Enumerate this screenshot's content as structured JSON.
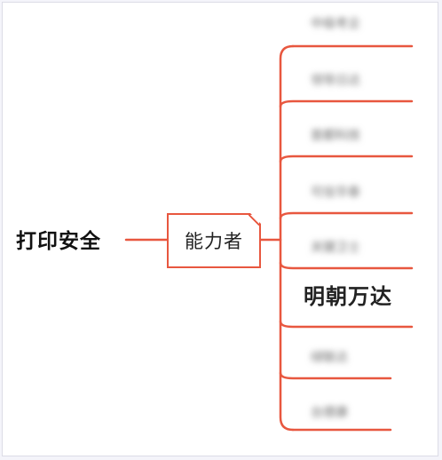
{
  "mindmap": {
    "root": "打印安全",
    "middle": "能力者",
    "leaves": [
      {
        "label": "中级考企",
        "blurred": true
      },
      {
        "label": "领导日达",
        "blurred": true
      },
      {
        "label": "首都科技",
        "blurred": true
      },
      {
        "label": "可信华泰",
        "blurred": true
      },
      {
        "label": "关键卫士",
        "blurred": true
      },
      {
        "label": "明朝万达",
        "blurred": false
      },
      {
        "label": "绿联达",
        "blurred": true
      },
      {
        "label": "台德康",
        "blurred": true
      }
    ]
  },
  "colors": {
    "connector": "#e8573f",
    "background": "#f4f4fa",
    "text_dark": "#111111"
  }
}
